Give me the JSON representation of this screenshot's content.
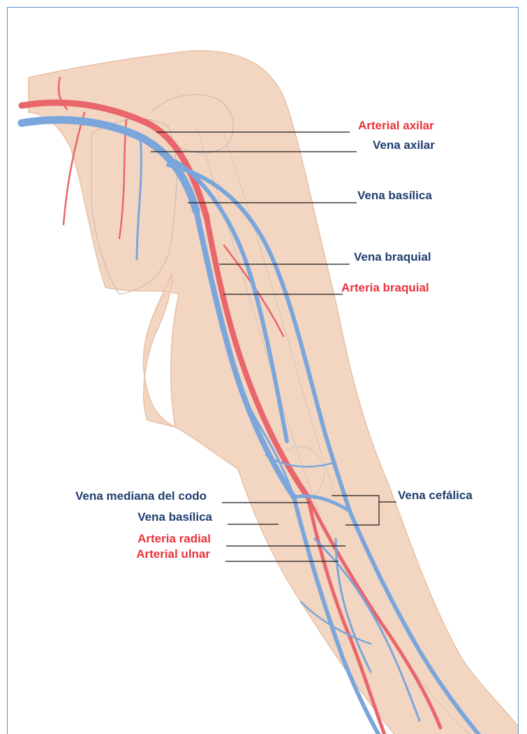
{
  "diagram": {
    "colors": {
      "artery": "#e8333b",
      "vein_label": "#1f3e6f",
      "vein": "#6f9fd6",
      "skin": "#f3d6c1",
      "frame": "#5b8fd0"
    },
    "labels": {
      "arterial_axilar": "Arterial axilar",
      "vena_axilar": "Vena axilar",
      "vena_basilica_top": "Vena basílica",
      "vena_braquial": "Vena braquial",
      "arteria_braquial": "Arteria braquial",
      "vena_mediana_del_codo": "Vena mediana del codo",
      "vena_cefalica": "Vena cefálica",
      "vena_basilica_bottom": "Vena basílica",
      "arteria_radial": "Arteria radial",
      "arterial_ulnar": "Arterial ulnar"
    }
  }
}
